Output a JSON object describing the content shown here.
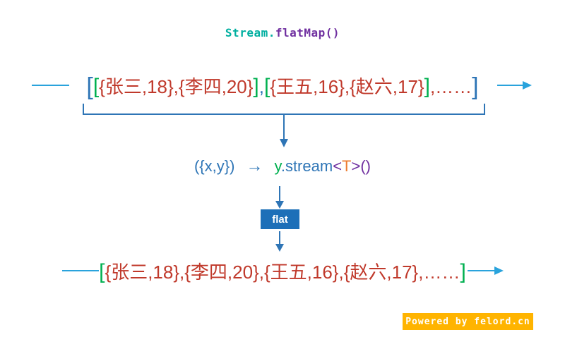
{
  "colors": {
    "teal": "#00AFA0",
    "purple": "#7030A0",
    "blue": "#2E75B6",
    "cyan": "#29A3DC",
    "green": "#00B050",
    "red": "#C0392B",
    "orange": "#ED7D31",
    "badge_blue": "#1D6FB8",
    "badge_orange": "#FFB400"
  },
  "title": {
    "stream": "Stream.",
    "flatmap": "flatMap",
    "parens": "()"
  },
  "row1": {
    "outer_open": "[",
    "inner1_open": "[",
    "inner1_content": "{张三,18},{李四,20}",
    "inner1_close": "]",
    "separator": ",",
    "inner2_open": "[",
    "inner2_content": "{王五,16},{赵六,17}",
    "inner2_close": "]",
    "ellipsis": ",……",
    "outer_close": "]"
  },
  "mapping": {
    "lambda": "({x,y})",
    "arrow": "→",
    "y": "y",
    "stream": ".stream",
    "lt": "<",
    "t": "T",
    "gt": ">",
    "parens": "()"
  },
  "flat_badge": {
    "label": "flat"
  },
  "row2": {
    "open": "[",
    "content": "{张三,18},{李四,20},{王五,16},{赵六,17}",
    "ellipsis": ",……",
    "close": "]"
  },
  "powered_badge": {
    "label": "Powered by felord.cn"
  }
}
